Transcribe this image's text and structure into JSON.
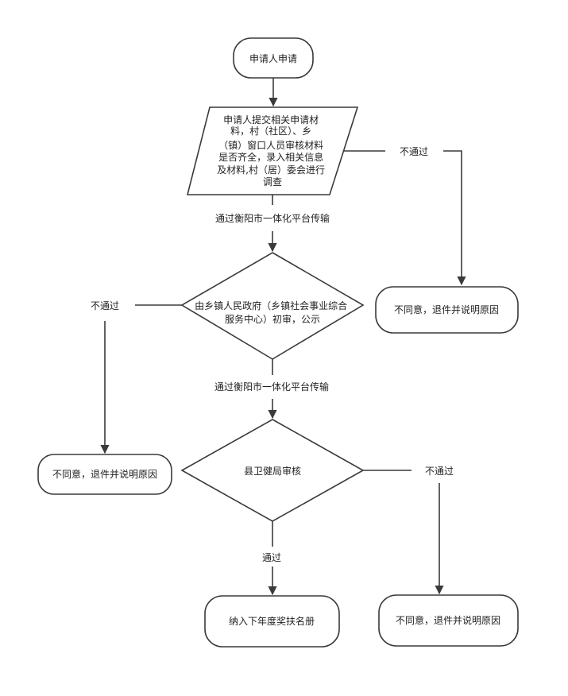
{
  "nodes": {
    "start": "申请人申请",
    "submit": [
      "申请人提交相关申请材",
      "料，村（社区）、乡",
      "（镇）窗口人员审核材料",
      "是否齐全，录入相关信息",
      "及材料,村（居）委会进行",
      "调查"
    ],
    "town_review": [
      "由乡镇人民政府（乡镇社会事业综合",
      "服务中心）初审，公示"
    ],
    "county_review": "县卫健局审核",
    "final": "纳入下年度奖扶名册",
    "reject_1": "不同意，退件并说明原因",
    "reject_2": "不同意，退件并说明原因",
    "reject_3": "不同意，退件并说明原因"
  },
  "edges": {
    "fail_1": "不通过",
    "fail_2": "不通过",
    "fail_3": "不通过",
    "pass_1": "通过衡阳市一体化平台传输",
    "pass_2": "通过衡阳市一体化平台传输",
    "pass_3": "通过"
  }
}
